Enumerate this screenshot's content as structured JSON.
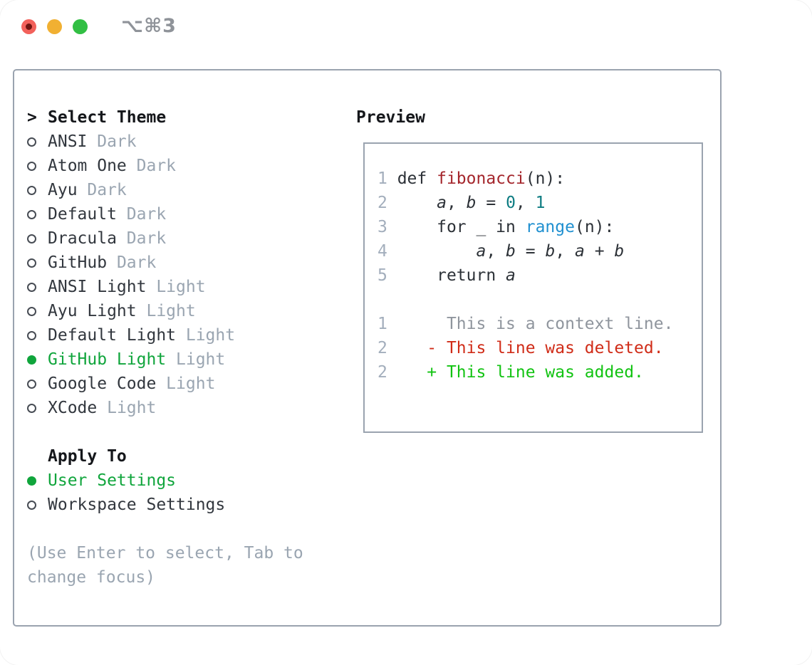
{
  "titlebar": {
    "shortcut": "⌥⌘3"
  },
  "colors": {
    "tl_red": "#f2615b",
    "tl_red_dot": "#701511",
    "tl_yellow": "#f1b032",
    "tl_green": "#32bf44",
    "accent_green": "#10a53c",
    "added_green": "#12c312",
    "deleted_red": "#d02c18",
    "function_red": "#a4262c",
    "number_teal": "#0e7c82",
    "builtin_blue": "#2090d0",
    "muted_gray": "#9aa5b1",
    "context_gray": "#8f959d",
    "line_number_gray": "#a3aebc",
    "text_dark": "#32373e",
    "border_gray": "#9aa3af"
  },
  "theme_menu": {
    "prompt": ">",
    "heading": "Select Theme",
    "items": [
      {
        "name": "ANSI",
        "variant": "Dark",
        "selected": false
      },
      {
        "name": "Atom One",
        "variant": "Dark",
        "selected": false
      },
      {
        "name": "Ayu",
        "variant": "Dark",
        "selected": false
      },
      {
        "name": "Default",
        "variant": "Dark",
        "selected": false
      },
      {
        "name": "Dracula",
        "variant": "Dark",
        "selected": false
      },
      {
        "name": "GitHub",
        "variant": "Dark",
        "selected": false
      },
      {
        "name": "ANSI Light",
        "variant": "Light",
        "selected": false
      },
      {
        "name": "Ayu Light",
        "variant": "Light",
        "selected": false
      },
      {
        "name": "Default Light",
        "variant": "Light",
        "selected": false
      },
      {
        "name": "GitHub Light",
        "variant": "Light",
        "selected": true
      },
      {
        "name": "Google Code",
        "variant": "Light",
        "selected": false
      },
      {
        "name": "XCode",
        "variant": "Light",
        "selected": false
      }
    ]
  },
  "apply_to": {
    "heading": "Apply To",
    "items": [
      {
        "name": "User Settings",
        "selected": true
      },
      {
        "name": "Workspace Settings",
        "selected": false
      }
    ]
  },
  "hint": {
    "line1": "(Use Enter to select, Tab to",
    "line2": "change focus)"
  },
  "preview": {
    "heading": "Preview",
    "code_lines": [
      {
        "num": "1",
        "segments": [
          {
            "c": "code",
            "t": "def "
          },
          {
            "c": "func",
            "t": "fibonacci"
          },
          {
            "c": "code",
            "t": "(n):"
          }
        ]
      },
      {
        "num": "2",
        "segments": [
          {
            "c": "code",
            "t": "    "
          },
          {
            "c": "var",
            "t": "a"
          },
          {
            "c": "code",
            "t": ", "
          },
          {
            "c": "var",
            "t": "b"
          },
          {
            "c": "code",
            "t": " = "
          },
          {
            "c": "num",
            "t": "0"
          },
          {
            "c": "code",
            "t": ", "
          },
          {
            "c": "num",
            "t": "1"
          }
        ]
      },
      {
        "num": "3",
        "segments": [
          {
            "c": "code",
            "t": "    for _ in "
          },
          {
            "c": "builtin",
            "t": "range"
          },
          {
            "c": "code",
            "t": "(n):"
          }
        ]
      },
      {
        "num": "4",
        "segments": [
          {
            "c": "code",
            "t": "        "
          },
          {
            "c": "var",
            "t": "a"
          },
          {
            "c": "code",
            "t": ", "
          },
          {
            "c": "var",
            "t": "b"
          },
          {
            "c": "code",
            "t": " = "
          },
          {
            "c": "var",
            "t": "b"
          },
          {
            "c": "code",
            "t": ", "
          },
          {
            "c": "var",
            "t": "a"
          },
          {
            "c": "code",
            "t": " + "
          },
          {
            "c": "var",
            "t": "b"
          }
        ]
      },
      {
        "num": "5",
        "segments": [
          {
            "c": "code",
            "t": "    return "
          },
          {
            "c": "var",
            "t": "a"
          }
        ]
      }
    ],
    "diff_lines": [
      {
        "num": "1",
        "c": "ctx",
        "t": "     This is a context line."
      },
      {
        "num": "2",
        "c": "del",
        "t": "   - This line was deleted."
      },
      {
        "num": "2",
        "c": "add",
        "t": "   + This line was added."
      }
    ]
  }
}
